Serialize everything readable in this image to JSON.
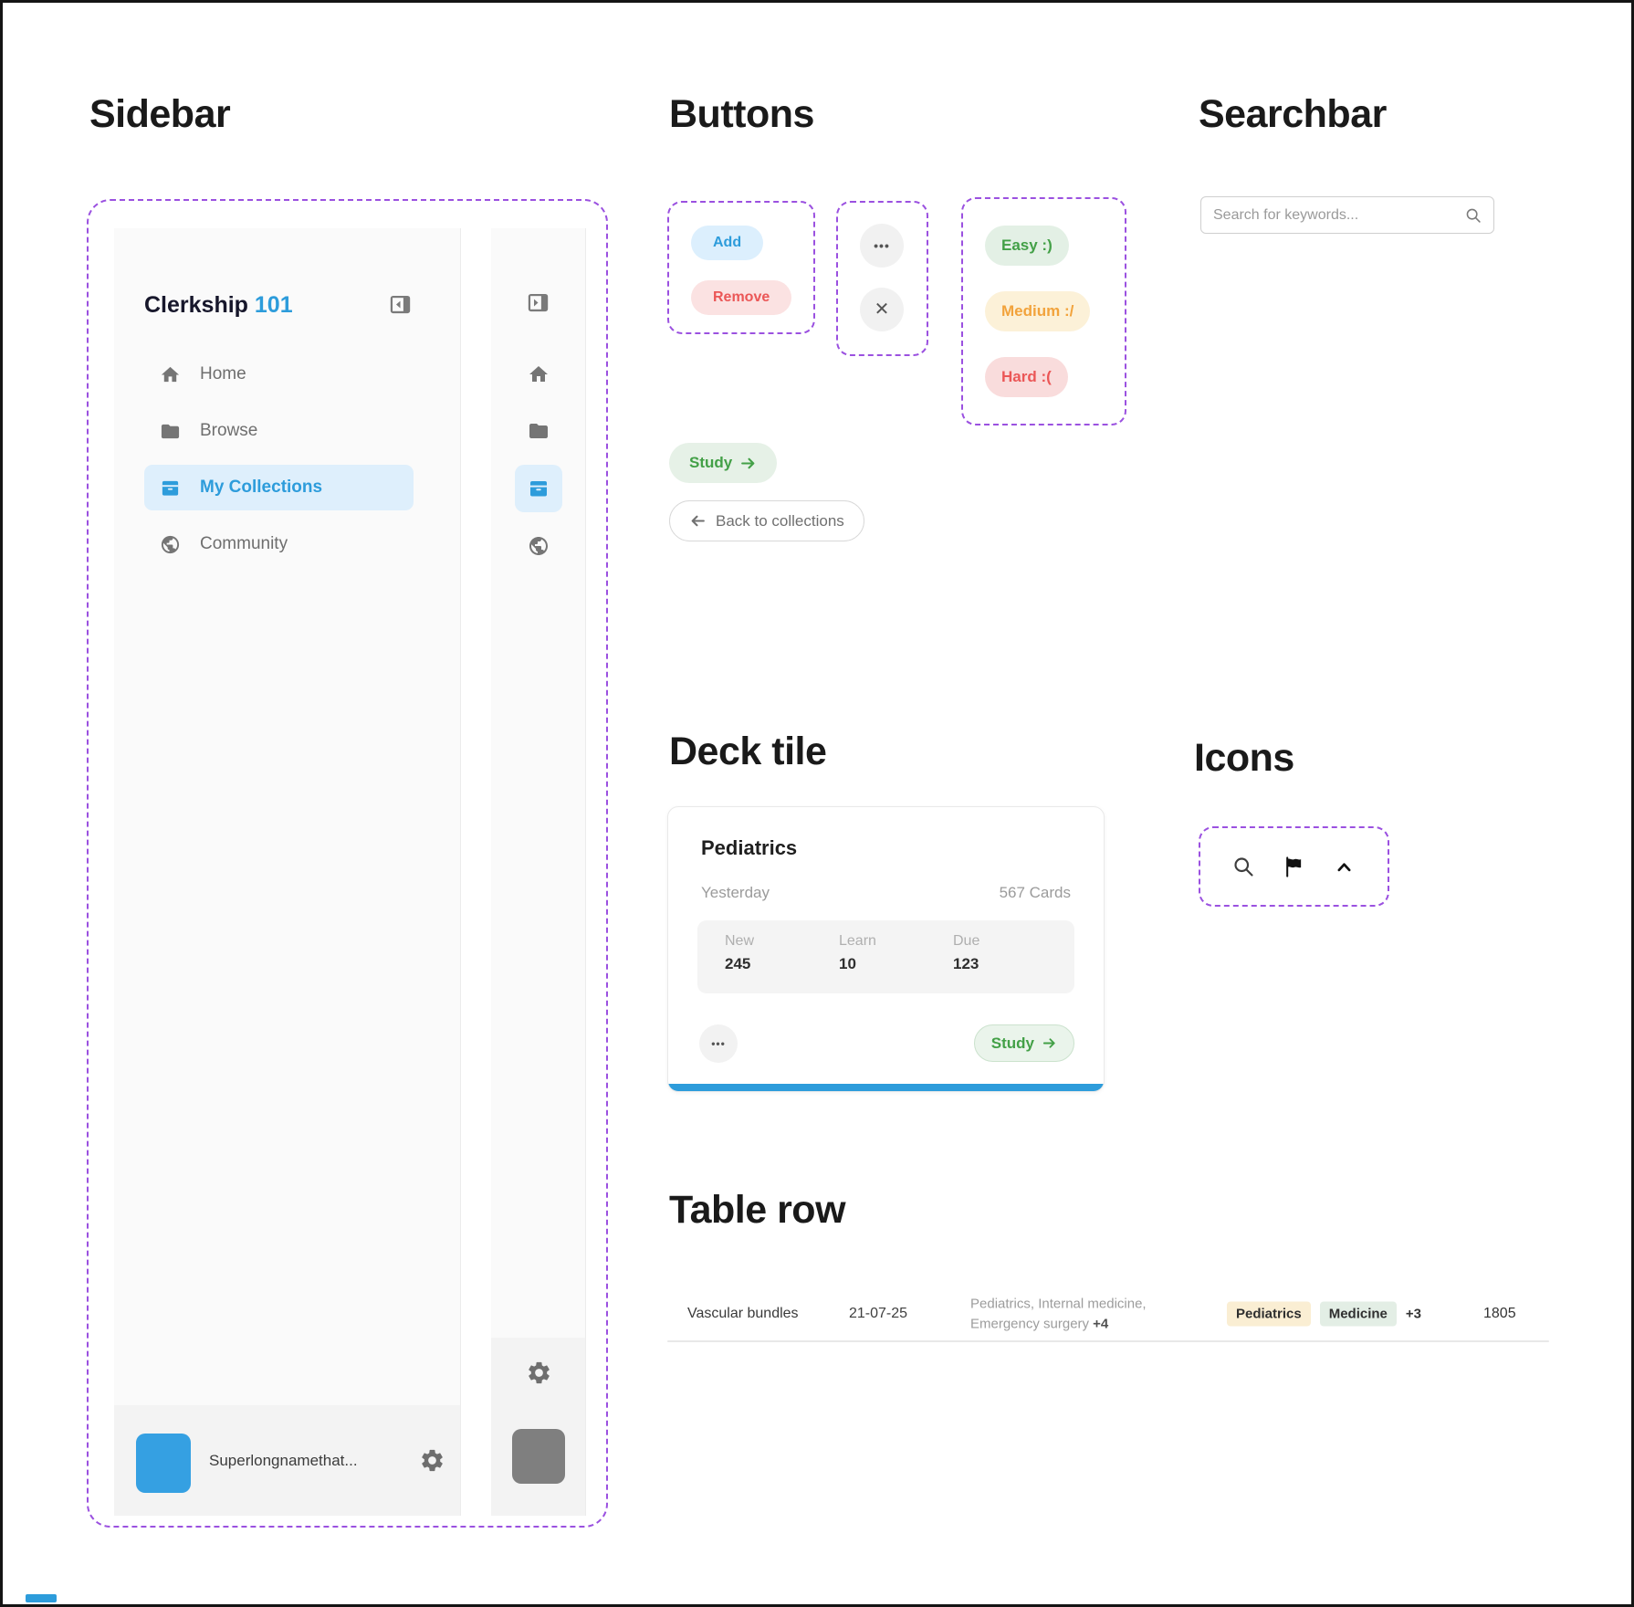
{
  "headings": {
    "sidebar": "Sidebar",
    "buttons": "Buttons",
    "searchbar": "Searchbar",
    "deck": "Deck tile",
    "icons": "Icons",
    "table": "Table row"
  },
  "sidebar": {
    "brand_name": "Clerkship",
    "brand_number": "101",
    "items": [
      {
        "label": "Home",
        "icon": "home-icon"
      },
      {
        "label": "Browse",
        "icon": "folder-icon"
      },
      {
        "label": "My Collections",
        "icon": "collections-box-icon"
      },
      {
        "label": "Community",
        "icon": "globe-icon"
      }
    ],
    "user_name": "Superlongnamethat..."
  },
  "buttons": {
    "add": "Add",
    "remove": "Remove",
    "more_glyph": "•••",
    "close_glyph": "✕",
    "easy": "Easy :)",
    "medium": "Medium :/",
    "hard": "Hard :(",
    "study": "Study",
    "back": "Back to collections"
  },
  "searchbar": {
    "placeholder": "Search for keywords..."
  },
  "deck": {
    "title": "Pediatrics",
    "last_studied": "Yesterday",
    "cards_count": "567 Cards",
    "stats": [
      {
        "label": "New",
        "value": "245"
      },
      {
        "label": "Learn",
        "value": "10"
      },
      {
        "label": "Due",
        "value": "123"
      }
    ],
    "more_glyph": "•••",
    "study": "Study"
  },
  "table_row": {
    "name": "Vascular bundles",
    "date": "21-07-25",
    "specialties_line1": "Pediatrics, Internal medicine,",
    "specialties_line2": "Emergency surgery",
    "specialties_more": "+4",
    "tags": [
      {
        "label": "Pediatrics"
      },
      {
        "label": "Medicine"
      }
    ],
    "tags_more": "+3",
    "count": "1805"
  },
  "colors": {
    "accent_blue": "#2D9CDB",
    "accent_blue_bg": "#DEEFFC",
    "green": "#43A047",
    "green_bg": "#E3F0E5",
    "amber": "#F2A33C",
    "amber_bg": "#FCF1D8",
    "red": "#EB5757",
    "red_bg": "#FBE2E2",
    "dashed_outline": "#9B51E0",
    "tag_orange_bg": "#FAEED3",
    "tag_green_bg": "#E3EEE5",
    "progress_bar": "#2D9CDB"
  }
}
